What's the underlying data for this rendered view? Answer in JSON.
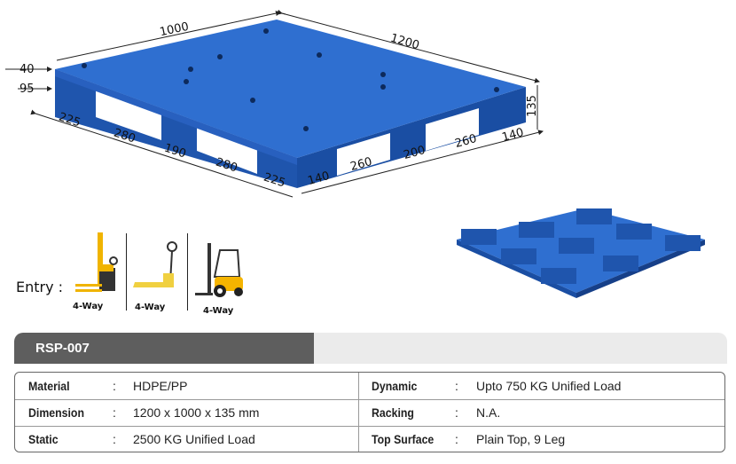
{
  "diagram": {
    "dimensions": {
      "width": "1000",
      "length": "1200",
      "top_thickness": "40",
      "deck": "95",
      "height": "135",
      "left_side": [
        "225",
        "280",
        "190",
        "280",
        "225"
      ],
      "right_side": [
        "140",
        "260",
        "200",
        "260",
        "140"
      ]
    },
    "colors": {
      "pallet_top": "#2f6fd0",
      "pallet_side": "#1f55ad",
      "pallet_dark": "#163f88"
    }
  },
  "entry": {
    "label": "Entry :",
    "items": [
      {
        "name": "electric-stacker",
        "label": "4-Way"
      },
      {
        "name": "hand-pallet-truck",
        "label": "4-Way"
      },
      {
        "name": "forklift",
        "label": "4-Way"
      }
    ]
  },
  "product": {
    "code": "RSP-007"
  },
  "specs": {
    "left": [
      {
        "key": "Material",
        "value": "HDPE/PP"
      },
      {
        "key": "Dimension",
        "value": "1200 x 1000 x 135 mm"
      },
      {
        "key": "Static",
        "value": "2500 KG Unified Load"
      }
    ],
    "right": [
      {
        "key": "Dynamic",
        "value": "Upto 750 KG Unified Load"
      },
      {
        "key": "Racking",
        "value": "N.A."
      },
      {
        "key": "Top Surface",
        "value": "Plain Top, 9 Leg"
      }
    ],
    "separator": ":"
  }
}
